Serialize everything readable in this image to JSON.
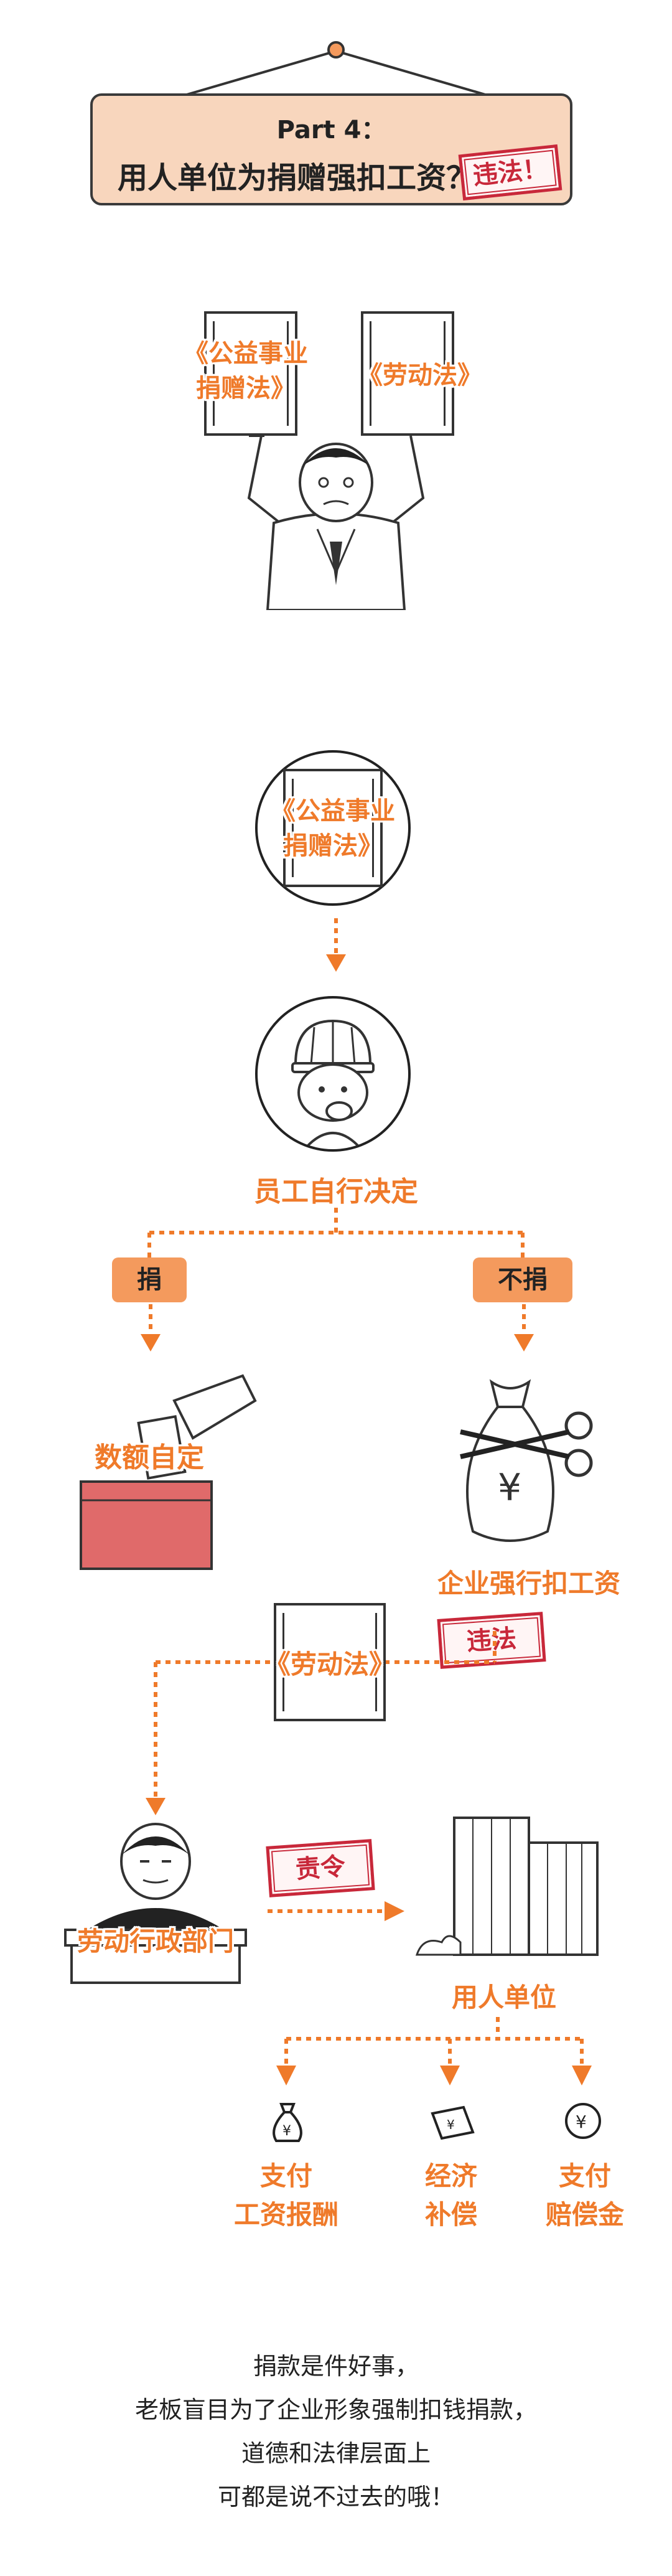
{
  "header": {
    "line1": "Part 4：",
    "line2": "用人单位为捐赠强扣工资？",
    "stamp": "违法！"
  },
  "scene1": {
    "book_left": "《公益事业\n捐赠法》",
    "book_right": "《劳动法》"
  },
  "flow": {
    "book_top": "《公益事业\n捐赠法》",
    "worker_label": "员工自行决定",
    "branch_left_tag": "捐",
    "branch_right_tag": "不捐",
    "donate_label": "数额自定",
    "deduct_label": "企业强行扣工资",
    "stamp_illegal": "违法",
    "labor_law": "《劳动法》",
    "dept_label": "劳动行政部门",
    "stamp_order": "责令",
    "employer_label": "用人单位",
    "outcomes": [
      {
        "label": "支付\n工资报酬",
        "icon": "money-bag-icon"
      },
      {
        "label": "经济\n补偿",
        "icon": "banknote-icon"
      },
      {
        "label": "支付\n赔偿金",
        "icon": "yen-coin-icon"
      }
    ]
  },
  "footer": {
    "lines": [
      "捐款是件好事，",
      "老板盲目为了企业形象强制扣钱捐款，",
      "道德和法律层面上",
      "可都是说不过去的哦！"
    ]
  },
  "colors": {
    "accent": "#ef7a2a",
    "tag_bg": "#f49a5d",
    "sign_bg": "#f8d6bd",
    "stamp_red": "#c8283a",
    "box_red": "#e06a6a"
  }
}
